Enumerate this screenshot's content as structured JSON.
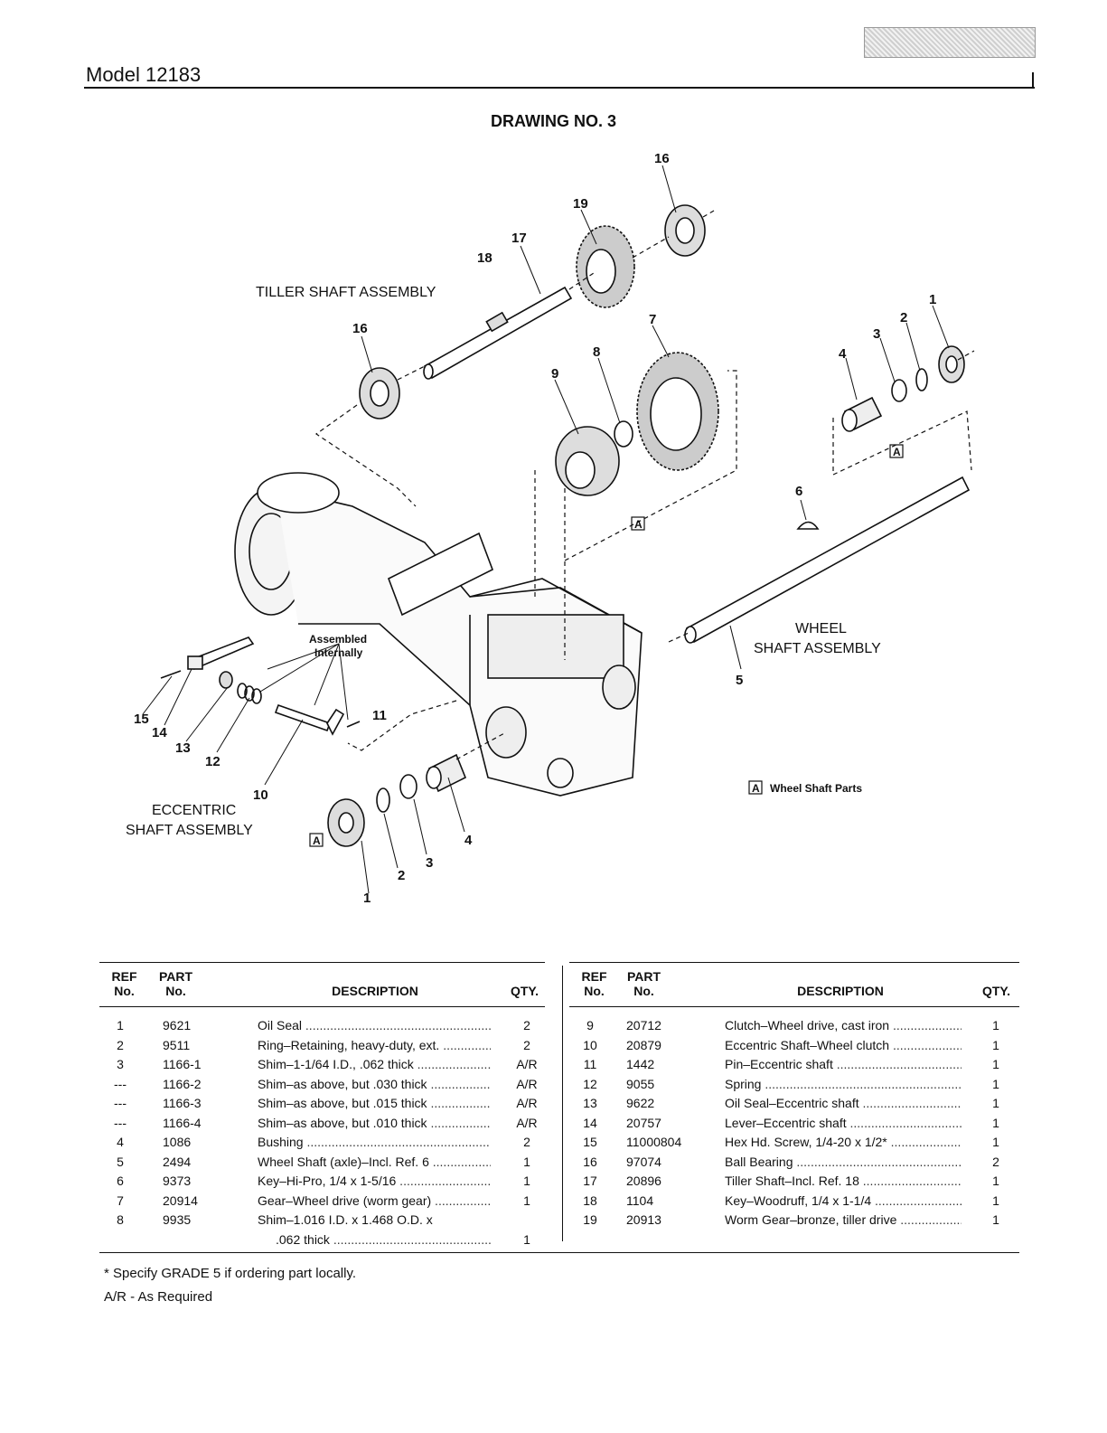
{
  "header": {
    "model": "Model 12183"
  },
  "drawing_title": "DRAWING NO. 3",
  "diagram": {
    "callouts": [
      "16",
      "19",
      "17",
      "18",
      "16",
      "7",
      "8",
      "9",
      "1",
      "2",
      "3",
      "4",
      "6",
      "5",
      "15",
      "14",
      "13",
      "12",
      "10",
      "11",
      "4",
      "3",
      "2",
      "1"
    ],
    "labels": {
      "tiller": "TILLER SHAFT ASSEMBLY",
      "wheel_1": "WHEEL",
      "wheel_2": "SHAFT ASSEMBLY",
      "eccentric_1": "ECCENTRIC",
      "eccentric_2": "SHAFT ASSEMBLY",
      "assembled_1": "Assembled",
      "assembled_2": "Internally",
      "legend_marker": "A",
      "legend_text": "Wheel Shaft Parts"
    }
  },
  "table_headers": {
    "ref": "REF",
    "ref2": "No.",
    "part": "PART",
    "part2": "No.",
    "desc": "DESCRIPTION",
    "qty": "QTY."
  },
  "parts_left": [
    {
      "ref": "1",
      "part": "9621",
      "desc": "Oil Seal",
      "qty": "2"
    },
    {
      "ref": "2",
      "part": "9511",
      "desc": "Ring–Retaining, heavy-duty, ext.",
      "qty": "2"
    },
    {
      "ref": "3",
      "part": "1166-1",
      "desc": "Shim–1-1/64 I.D., .062 thick",
      "qty": "A/R"
    },
    {
      "ref": "---",
      "part": "1166-2",
      "desc": "Shim–as above, but .030 thick",
      "qty": "A/R"
    },
    {
      "ref": "---",
      "part": "1166-3",
      "desc": "Shim–as above, but .015 thick",
      "qty": "A/R"
    },
    {
      "ref": "---",
      "part": "1166-4",
      "desc": "Shim–as above, but .010 thick",
      "qty": "A/R"
    },
    {
      "ref": "4",
      "part": "1086",
      "desc": "Bushing",
      "qty": "2"
    },
    {
      "ref": "5",
      "part": "2494",
      "desc": "Wheel Shaft (axle)–Incl. Ref. 6",
      "qty": "1"
    },
    {
      "ref": "6",
      "part": "9373",
      "desc": "Key–Hi-Pro, 1/4 x 1-5/16",
      "qty": "1"
    },
    {
      "ref": "7",
      "part": "20914",
      "desc": "Gear–Wheel drive (worm gear)",
      "qty": "1"
    },
    {
      "ref": "8",
      "part": "9935",
      "desc": "Shim–1.016 I.D. x 1.468 O.D. x",
      "qty": ""
    },
    {
      "ref": "",
      "part": "",
      "desc": ".062 thick",
      "qty": "1",
      "indent": true
    }
  ],
  "parts_right": [
    {
      "ref": "9",
      "part": "20712",
      "desc": "Clutch–Wheel drive, cast iron",
      "qty": "1"
    },
    {
      "ref": "10",
      "part": "20879",
      "desc": "Eccentric Shaft–Wheel clutch",
      "qty": "1"
    },
    {
      "ref": "11",
      "part": "1442",
      "desc": "Pin–Eccentric shaft",
      "qty": "1"
    },
    {
      "ref": "12",
      "part": "9055",
      "desc": "Spring",
      "qty": "1"
    },
    {
      "ref": "13",
      "part": "9622",
      "desc": "Oil Seal–Eccentric shaft",
      "qty": "1"
    },
    {
      "ref": "14",
      "part": "20757",
      "desc": "Lever–Eccentric shaft",
      "qty": "1"
    },
    {
      "ref": "15",
      "part": "11000804",
      "desc": "Hex Hd. Screw, 1/4-20 x 1/2*",
      "qty": "1"
    },
    {
      "ref": "16",
      "part": "97074",
      "desc": "Ball Bearing",
      "qty": "2"
    },
    {
      "ref": "17",
      "part": "20896",
      "desc": "Tiller Shaft–Incl. Ref. 18",
      "qty": "1"
    },
    {
      "ref": "18",
      "part": "1104",
      "desc": "Key–Woodruff, 1/4 x 1-1/4",
      "qty": "1"
    },
    {
      "ref": "19",
      "part": "20913",
      "desc": "Worm Gear–bronze, tiller drive",
      "qty": "1"
    }
  ],
  "notes": [
    "* Specify GRADE 5 if ordering part locally.",
    "A/R - As Required"
  ]
}
